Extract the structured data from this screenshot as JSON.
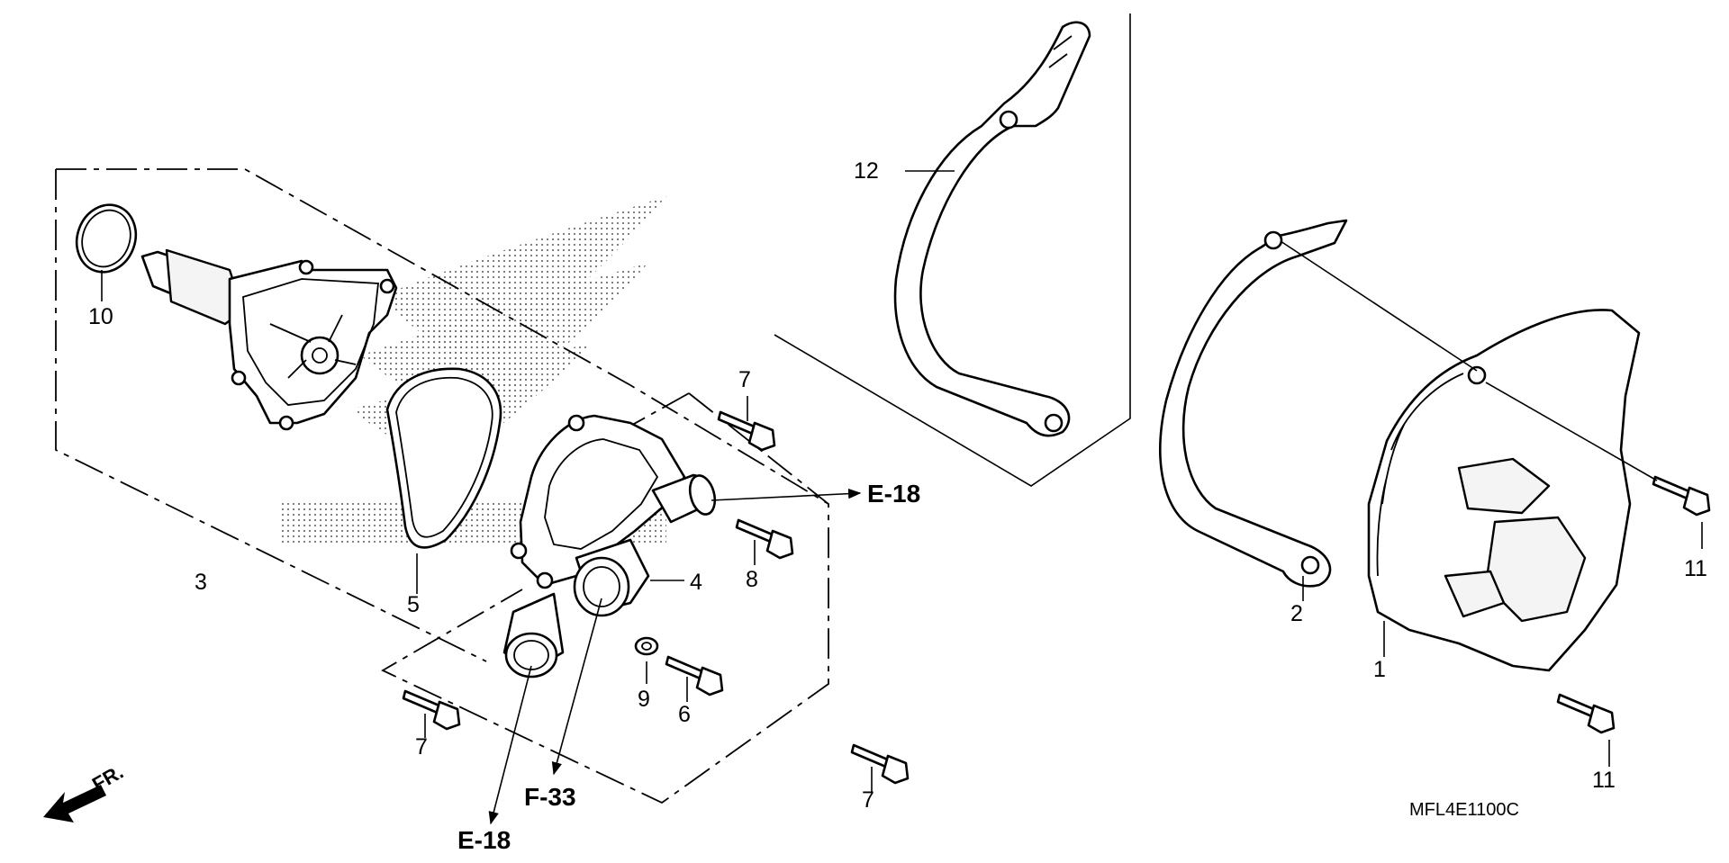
{
  "diagram_code": "MFL4E1100C",
  "direction_label": "FR.",
  "references": {
    "e18_top": "E-18",
    "f33": "F-33",
    "e18_bottom": "E-18"
  },
  "callouts": {
    "c1": "1",
    "c2": "2",
    "c3": "3",
    "c4": "4",
    "c5": "5",
    "c6": "6",
    "c7a": "7",
    "c7b": "7",
    "c7c": "7",
    "c8": "8",
    "c9": "9",
    "c10": "10",
    "c11a": "11",
    "c11b": "11",
    "c12": "12"
  }
}
